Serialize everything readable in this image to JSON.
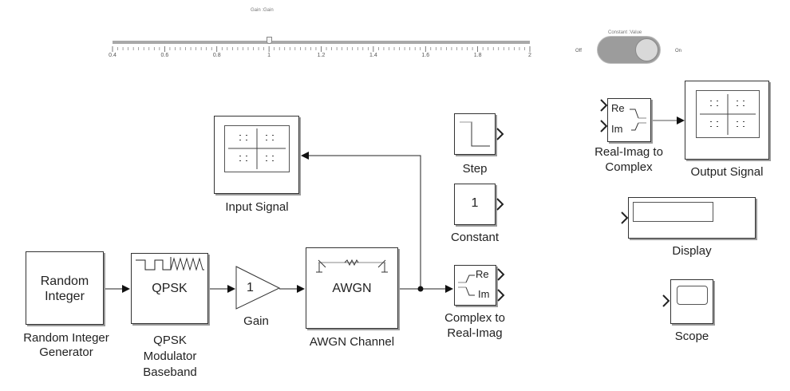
{
  "slider": {
    "title": "Gain :Gain",
    "min": 0.4,
    "max": 2,
    "value": 1,
    "tick_labels": [
      "0.4",
      "0.6",
      "0.8",
      "1",
      "1.2",
      "1.4",
      "1.6",
      "1.8",
      "2"
    ]
  },
  "toggle": {
    "title": "Constant :Value",
    "off_label": "Off",
    "on_label": "On",
    "state": "on"
  },
  "blocks": {
    "random_integer": {
      "icon_text": "Random\nInteger",
      "label": "Random Integer\nGenerator"
    },
    "qpsk": {
      "icon_text": "QPSK",
      "label": "QPSK\nModulator\nBaseband"
    },
    "gain": {
      "icon_text": "1",
      "label": "Gain"
    },
    "awgn": {
      "icon_text": "AWGN",
      "label": "AWGN Channel"
    },
    "input_signal": {
      "label": "Input Signal"
    },
    "step": {
      "label": "Step"
    },
    "constant": {
      "icon_text": "1",
      "label": "Constant"
    },
    "complex_to_real_imag": {
      "port_re": "Re",
      "port_im": "Im",
      "label": "Complex to\nReal-Imag"
    },
    "real_imag_to_complex": {
      "port_re": "Re",
      "port_im": "Im",
      "label": "Real-Imag to\nComplex"
    },
    "output_signal": {
      "label": "Output Signal"
    },
    "display": {
      "label": "Display"
    },
    "scope": {
      "label": "Scope"
    }
  }
}
